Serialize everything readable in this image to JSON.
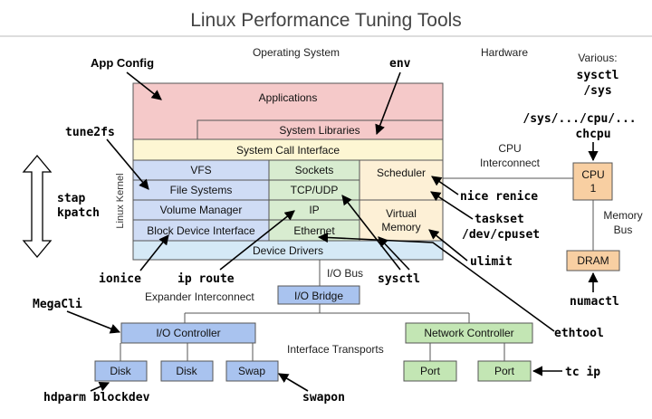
{
  "title": "Linux Performance Tuning Tools",
  "section_labels": {
    "operating_system": "Operating System",
    "hardware": "Hardware",
    "linux_kernel": "Linux Kernel",
    "cpu_interconnect_1": "CPU",
    "cpu_interconnect_2": "Interconnect",
    "memory_bus_1": "Memory",
    "memory_bus_2": "Bus",
    "io_bus": "I/O Bus",
    "expander_interconnect": "Expander Interconnect",
    "interface_transports": "Interface Transports"
  },
  "components": {
    "applications": "Applications",
    "system_libraries": "System Libraries",
    "system_call_interface": "System Call Interface",
    "vfs": "VFS",
    "file_systems": "File Systems",
    "volume_manager": "Volume Manager",
    "block_device_interface": "Block Device Interface",
    "sockets": "Sockets",
    "tcp_udp": "TCP/UDP",
    "ip": "IP",
    "ethernet": "Ethernet",
    "scheduler": "Scheduler",
    "virtual_memory_1": "Virtual",
    "virtual_memory_2": "Memory",
    "device_drivers": "Device Drivers",
    "io_bridge": "I/O Bridge",
    "io_controller": "I/O Controller",
    "disk_1": "Disk",
    "disk_2": "Disk",
    "swap": "Swap",
    "network_controller": "Network Controller",
    "port_1": "Port",
    "port_2": "Port",
    "cpu_1": "CPU",
    "cpu_2": "1",
    "dram": "DRAM"
  },
  "tools": {
    "app_config": "App Config",
    "env": "env",
    "various": "Various:",
    "sysctl_sys_1": "sysctl",
    "sysctl_sys_2": "/sys",
    "sys_cpu": "/sys/.../cpu/...",
    "chcpu": "chcpu",
    "tune2fs": "tune2fs",
    "stap": "stap",
    "kpatch": "kpatch",
    "nice_renice": "nice renice",
    "taskset": "taskset",
    "dev_cpuset": "/dev/cpuset",
    "ulimit": "ulimit",
    "ionice": "ionice",
    "ip_route": "ip route",
    "sysctl": "sysctl",
    "megacli": "MegaCli",
    "numactl": "numactl",
    "ethtool": "ethtool",
    "tc_ip": "tc ip",
    "hdparm_blockdev": "hdparm blockdev",
    "swapon": "swapon"
  },
  "colors": {
    "applications": "#f5c9c9",
    "system_call": "#fdf6d3",
    "blue_layer": "#cfdcf5",
    "green_layer": "#d8ecd0",
    "scheduler_vm": "#fdf0d6",
    "device_drivers": "#d5e9f6",
    "io_hw": "#a9c3ef",
    "net_hw": "#c3e6b4",
    "cpu_dram": "#f8cfa2"
  }
}
